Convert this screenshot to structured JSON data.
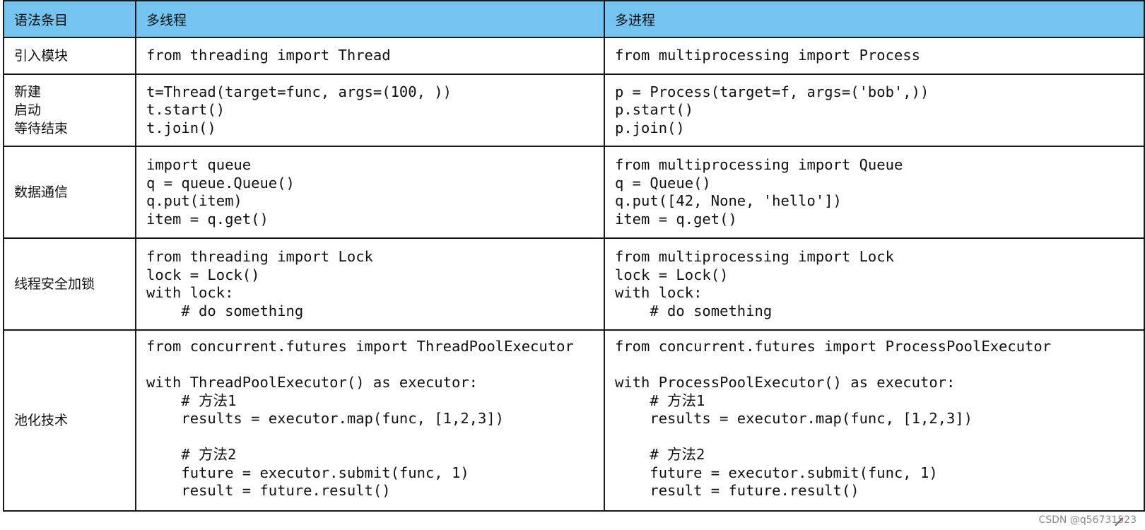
{
  "header": {
    "col1": "语法条目",
    "col2": "多线程",
    "col3": "多进程"
  },
  "rows": [
    {
      "label": [
        "引入模块"
      ],
      "thread": [
        "from threading import Thread"
      ],
      "process": [
        "from multiprocessing import Process"
      ]
    },
    {
      "label": [
        "新建",
        "启动",
        "等待结束"
      ],
      "thread": [
        "t=Thread(target=func, args=(100, ))",
        "t.start()",
        "t.join()"
      ],
      "process": [
        "p = Process(target=f, args=('bob',))",
        "p.start()",
        "p.join()"
      ]
    },
    {
      "label": [
        "数据通信"
      ],
      "thread": [
        "import queue",
        "q = queue.Queue()",
        "q.put(item)",
        "item = q.get()"
      ],
      "process": [
        "from multiprocessing import Queue",
        "q = Queue()",
        "q.put([42, None, 'hello'])",
        "item = q.get()"
      ]
    },
    {
      "label": [
        "线程安全加锁"
      ],
      "thread": [
        "from threading import Lock",
        "lock = Lock()",
        "with lock:",
        "    # do something"
      ],
      "process": [
        "from multiprocessing import Lock",
        "lock = Lock()",
        "with lock:",
        "    # do something"
      ]
    },
    {
      "label": [
        "池化技术"
      ],
      "thread": [
        "from concurrent.futures import ThreadPoolExecutor",
        "",
        "with ThreadPoolExecutor() as executor:",
        "    # 方法1",
        "    results = executor.map(func, [1,2,3])",
        "",
        "    # 方法2",
        "    future = executor.submit(func, 1)",
        "    result = future.result()"
      ],
      "process": [
        "from concurrent.futures import ProcessPoolExecutor",
        "",
        "with ProcessPoolExecutor() as executor:",
        "    # 方法1",
        "    results = executor.map(func, [1,2,3])",
        "",
        "    # 方法2",
        "    future = executor.submit(func, 1)",
        "    result = future.result()"
      ]
    }
  ],
  "watermark": "CSDN @q56731523"
}
